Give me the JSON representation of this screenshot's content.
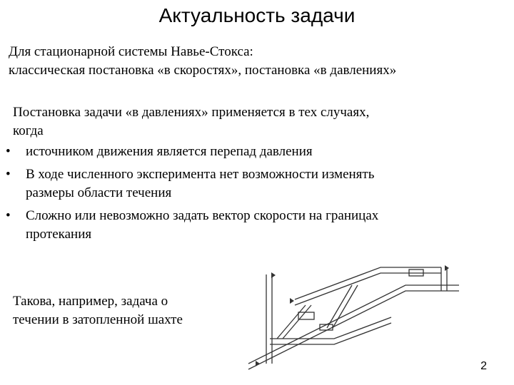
{
  "slide": {
    "title": "Актуальность задачи",
    "intro_line1": "Для стационарной системы Навье-Стокса:",
    "intro_line2": "классическая постановка «в скоростях», постановка «в давлениях»",
    "lead_line1": "Постановка задачи «в давлениях» применяется в тех случаях,",
    "lead_line2": "когда",
    "bullet_marker": "•",
    "bullets": [
      {
        "line1": "источником движения является перепад давления",
        "line2": ""
      },
      {
        "line1": "В ходе численного эксперимента нет возможности изменять",
        "line2": "размеры области течения"
      },
      {
        "line1": "Сложно или невозможно задать вектор скорости на границах",
        "line2": "протекания"
      }
    ],
    "example_line1": "Такова, например, задача о",
    "example_line2": "течении в затопленной шахте",
    "page_number": "2"
  }
}
